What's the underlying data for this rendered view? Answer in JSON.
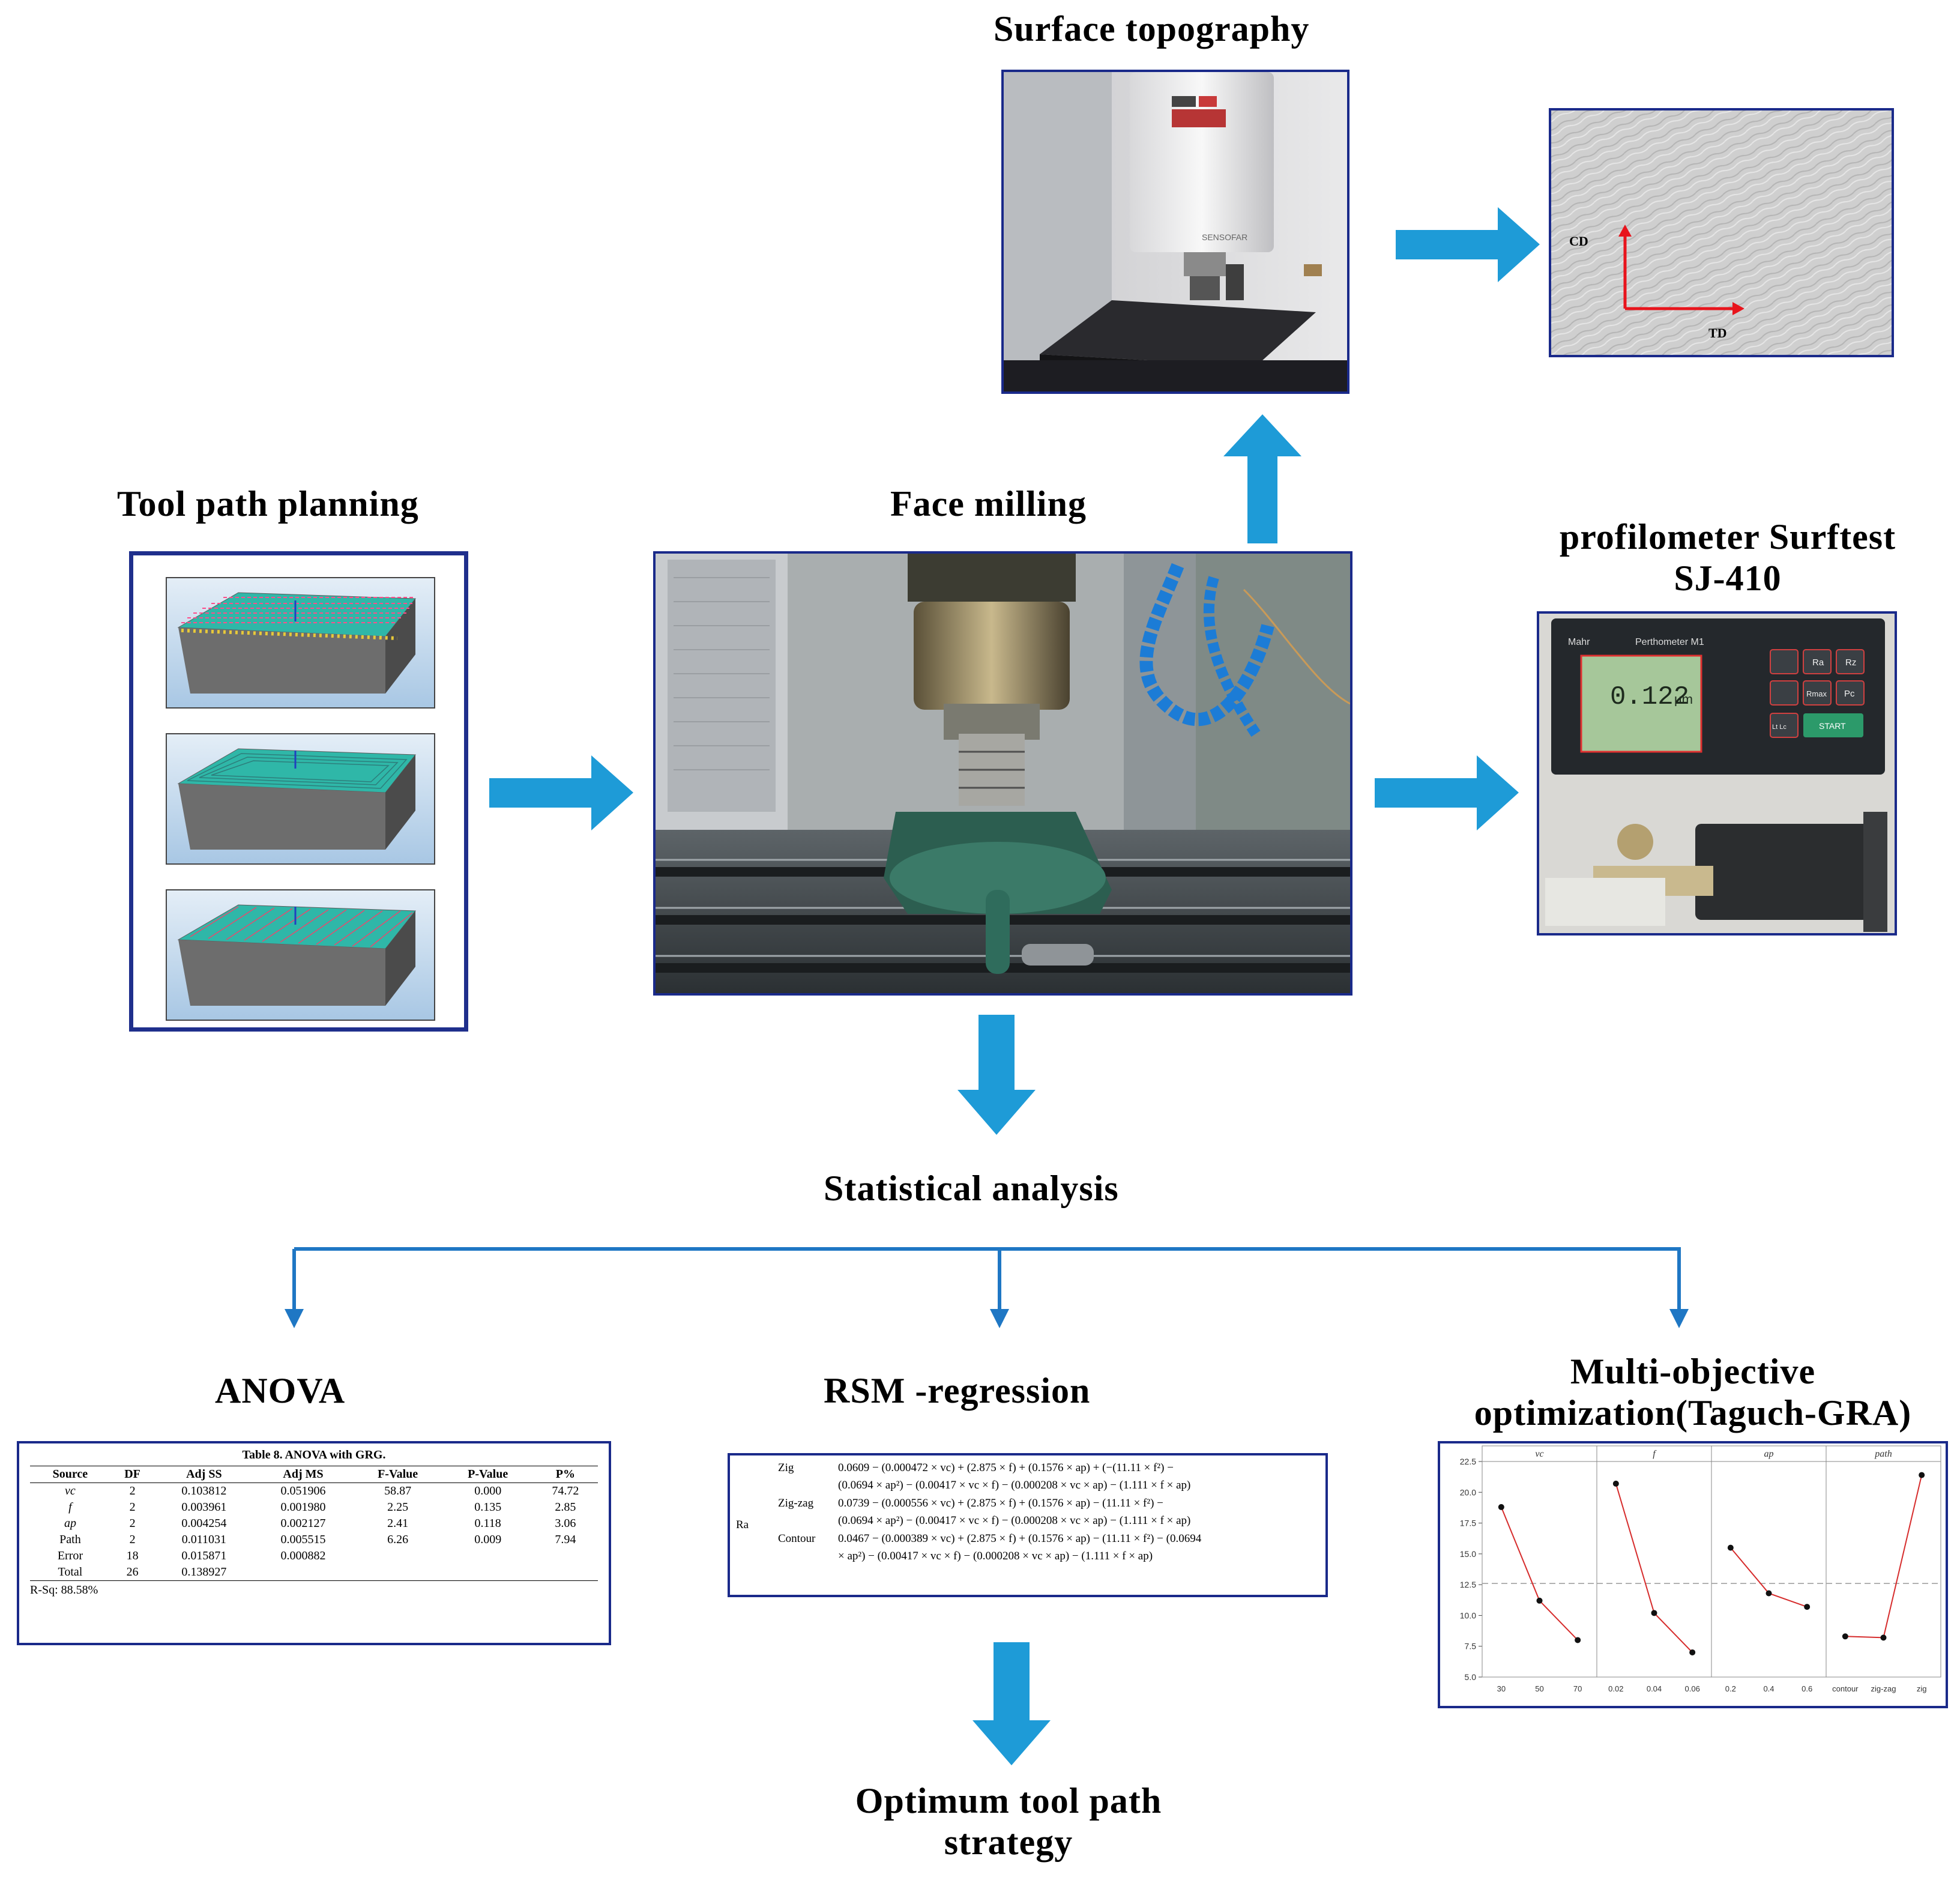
{
  "headings": {
    "surface_topography": "Surface topography",
    "tool_path_planning": "Tool path planning",
    "face_milling": "Face milling",
    "profilometer_line1": "profilometer Surftest",
    "profilometer_line2": "SJ-410",
    "statistical_analysis": "Statistical analysis",
    "anova": "ANOVA",
    "rsm_regression": "RSM -regression",
    "multi_objective_line1": "Multi-objective",
    "multi_objective_line2": "optimization(Taguch-GRA)",
    "optimum_line1": "Optimum tool path",
    "optimum_line2": "strategy"
  },
  "topography_axes": {
    "cd": "CD",
    "td": "TD"
  },
  "microscope_brand": "SENSOFAR",
  "profilometer_display": {
    "brand": "Mahr",
    "model": "Perthometer M1",
    "value": "0.122",
    "unit": "μm",
    "start": "START",
    "keys": [
      "Ra",
      "Rz",
      "Rmax",
      "Pc",
      "Lt Lc"
    ]
  },
  "anova_table": {
    "caption": "Table 8. ANOVA with GRG.",
    "columns": [
      "Source",
      "DF",
      "Adj SS",
      "Adj MS",
      "F-Value",
      "P-Value",
      "P%"
    ],
    "rows": [
      [
        "vc",
        "2",
        "0.103812",
        "0.051906",
        "58.87",
        "0.000",
        "74.72"
      ],
      [
        "f",
        "2",
        "0.003961",
        "0.001980",
        "2.25",
        "0.135",
        "2.85"
      ],
      [
        "ap",
        "2",
        "0.004254",
        "0.002127",
        "2.41",
        "0.118",
        "3.06"
      ],
      [
        "Path",
        "2",
        "0.011031",
        "0.005515",
        "6.26",
        "0.009",
        "7.94"
      ],
      [
        "Error",
        "18",
        "0.015871",
        "0.000882",
        "",
        "",
        ""
      ],
      [
        "Total",
        "26",
        "0.138927",
        "",
        "",
        "",
        ""
      ]
    ],
    "footer": "R-Sq: 88.58%"
  },
  "regression": {
    "response": "Ra",
    "equations": [
      {
        "path": "Zig",
        "lines": [
          "0.0609 − (0.000472 × vc) + (2.875 × f) + (0.1576 × ap) + (−(11.11 × f²) −",
          "(0.0694 × ap²) − (0.00417 × vc × f) − (0.000208 × vc × ap) − (1.111 × f × ap)"
        ]
      },
      {
        "path": "Zig-zag",
        "lines": [
          "0.0739 − (0.000556 × vc) + (2.875 × f) + (0.1576 × ap) − (11.11 × f²) −",
          "(0.0694 × ap²) − (0.00417 × vc × f) − (0.000208 × vc × ap) − (1.111 × f × ap)"
        ]
      },
      {
        "path": "Contour",
        "lines": [
          "0.0467 − (0.000389 × vc) + (2.875 × f) + (0.1576 × ap) − (11.11 × f²) − (0.0694",
          "× ap²) − (0.00417 × vc × f) − (0.000208 × vc × ap) − (1.111 × f × ap)"
        ]
      }
    ]
  },
  "chart_data": {
    "type": "line",
    "title": "",
    "ylim": [
      5.0,
      22.5
    ],
    "yticks": [
      "5.0",
      "7.5",
      "10.0",
      "12.5",
      "15.0",
      "17.5",
      "20.0",
      "22.5"
    ],
    "mean_line": 12.6,
    "grid": false,
    "panels": [
      {
        "name": "vc",
        "categories": [
          "30",
          "50",
          "70"
        ],
        "values": [
          18.8,
          11.2,
          8.0
        ]
      },
      {
        "name": "f",
        "categories": [
          "0.02",
          "0.04",
          "0.06"
        ],
        "values": [
          20.7,
          10.2,
          7.0
        ]
      },
      {
        "name": "ap",
        "categories": [
          "0.2",
          "0.4",
          "0.6"
        ],
        "values": [
          15.5,
          11.8,
          10.7
        ]
      },
      {
        "name": "path",
        "categories": [
          "contour",
          "zig-zag",
          "zig"
        ],
        "values": [
          8.3,
          8.2,
          21.4
        ]
      }
    ],
    "colors": {
      "line": "#d62c2c",
      "point": "#111111",
      "mean": "#999999"
    }
  },
  "colors": {
    "arrow": "#1e9bd7",
    "connector": "#1f77c4",
    "frame": "#1a2a8a"
  }
}
